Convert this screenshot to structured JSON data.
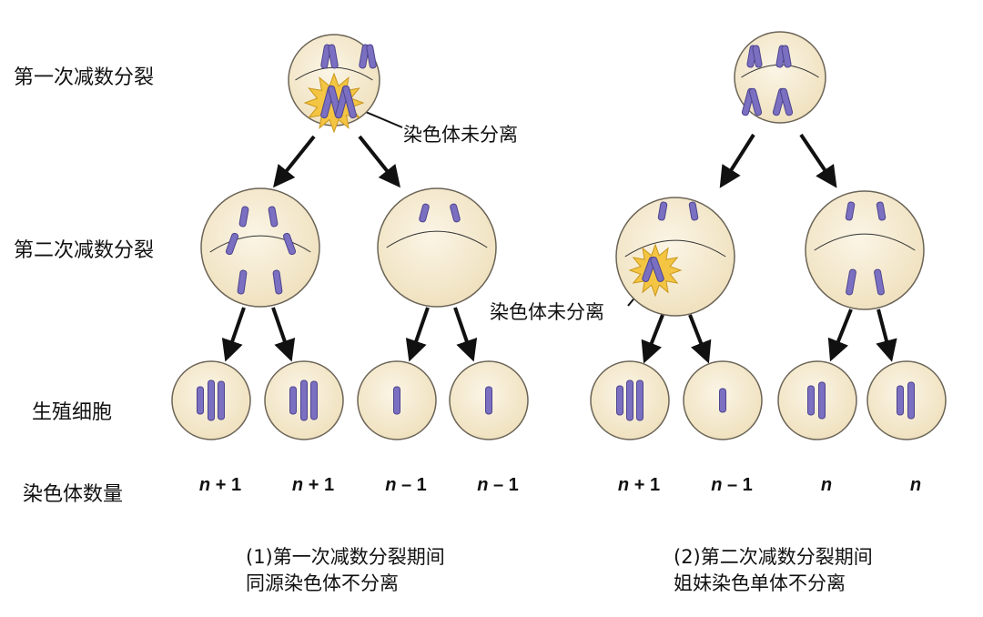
{
  "row_labels": {
    "meiosis1": "第一次减数分裂",
    "meiosis2": "第二次减数分裂",
    "gametes": "生殖细胞",
    "chromosome_count": "染色体数量"
  },
  "annotations": {
    "nondisjunction_1": "染色体未分离",
    "nondisjunction_2": "染色体未分离"
  },
  "gamete_counts": [
    {
      "n": "n",
      "op": "+ 1"
    },
    {
      "n": "n",
      "op": "+ 1"
    },
    {
      "n": "n",
      "op": "– 1"
    },
    {
      "n": "n",
      "op": "– 1"
    },
    {
      "n": "n",
      "op": "+ 1"
    },
    {
      "n": "n",
      "op": "– 1"
    },
    {
      "n": "n",
      "op": ""
    },
    {
      "n": "n",
      "op": ""
    }
  ],
  "captions": {
    "left_line1": "(1)第一次减数分裂期间",
    "left_line2": "同源染色体不分离",
    "right_line1": "(2)第二次减数分裂期间",
    "right_line2": "姐妹染色单体不分离"
  },
  "colors": {
    "cell": "#f6ecd2",
    "cell_edge": "#6b6457",
    "chromosome": "#7a6fc0",
    "burst": "#f4c542"
  }
}
